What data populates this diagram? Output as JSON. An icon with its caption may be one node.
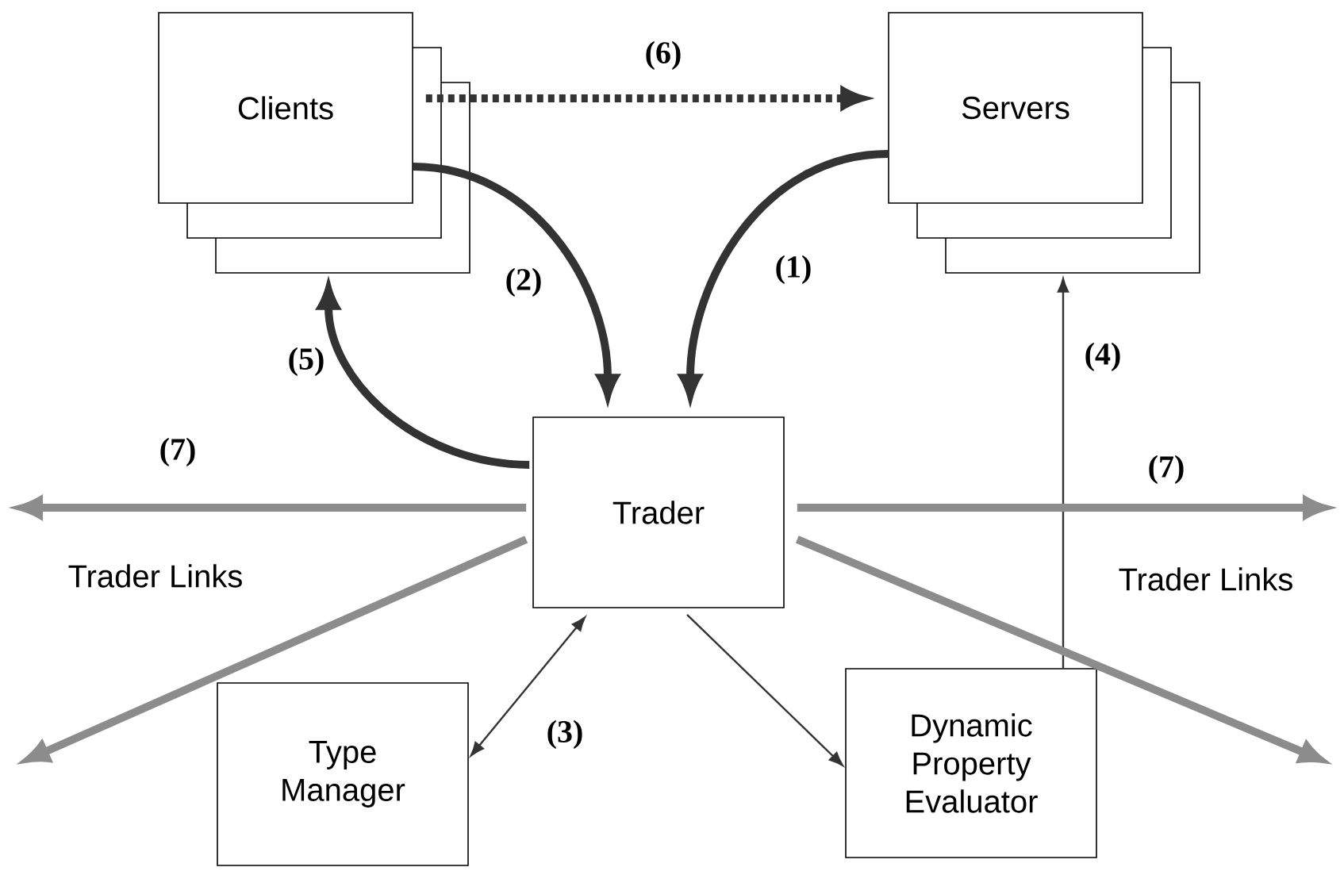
{
  "diagram": {
    "nodes": [
      {
        "text": [
          "Clients"
        ]
      },
      {
        "text": [
          "Servers"
        ]
      },
      {
        "text": [
          "Trader"
        ]
      },
      {
        "text": [
          "Type Manager"
        ]
      },
      {
        "text": [
          "Dynamic Property Evaluator"
        ]
      }
    ],
    "edges": [
      {
        "from": 1,
        "to": 2,
        "arrow": "to",
        "label": "(1)"
      },
      {
        "from": 0,
        "to": 2,
        "arrow": "to",
        "label": "(2)"
      },
      {
        "from": 2,
        "to": 3,
        "arrow": "both",
        "label": "(3)"
      },
      {
        "from": 2,
        "to": 4,
        "arrow": "to"
      },
      {
        "from": 4,
        "to": 1,
        "arrow": "to",
        "label": "(4)"
      },
      {
        "from": 2,
        "to": 0,
        "arrow": "to",
        "label": "(5)"
      },
      {
        "from": 0,
        "to": 1,
        "arrow": "to",
        "label": "(6)",
        "style": "dashed"
      },
      {
        "from": 2,
        "to": null,
        "arrow": "to",
        "label": "(7)",
        "color": "#8c8c8c"
      },
      {
        "from": 2,
        "to": null,
        "arrow": "to",
        "label": "(7)",
        "color": "#8c8c8c"
      },
      {
        "from": 2,
        "to": null,
        "arrow": "to",
        "color": "#8c8c8c"
      },
      {
        "from": 2,
        "to": null,
        "arrow": "to",
        "color": "#8c8c8c"
      }
    ],
    "labels": [
      "Trader Links",
      "Trader Links"
    ]
  }
}
